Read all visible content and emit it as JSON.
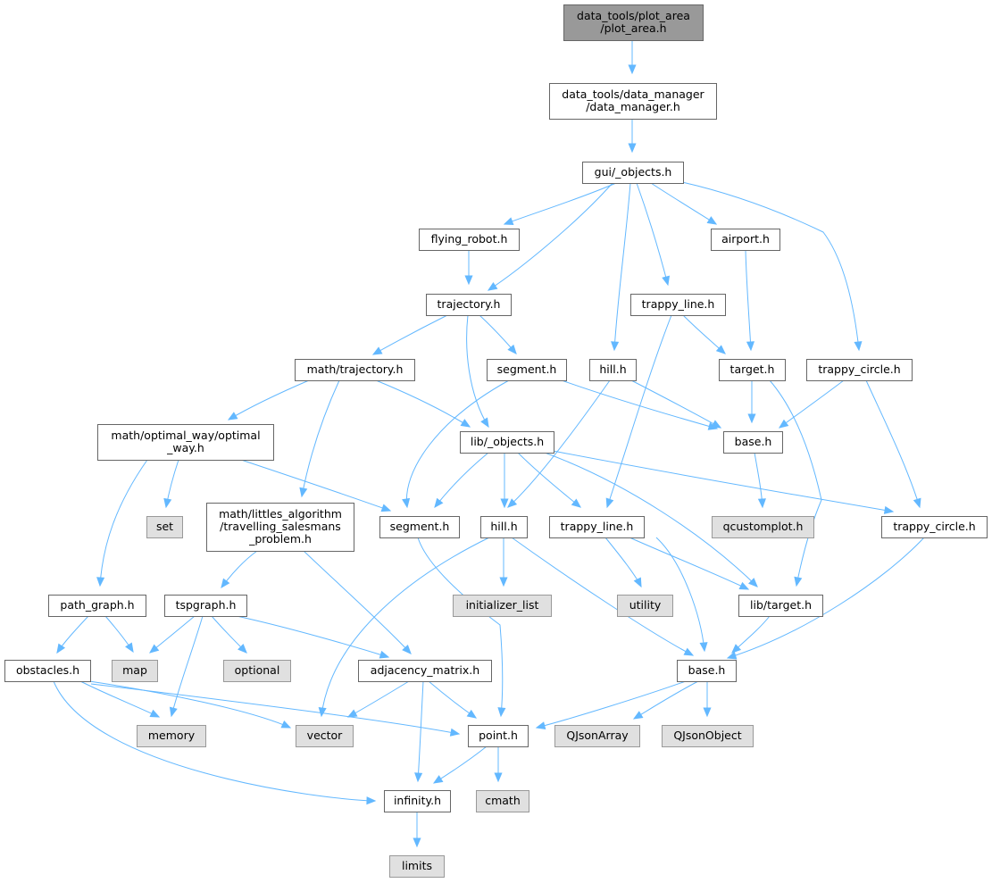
{
  "colors": {
    "root_fill": "#999999",
    "root_stroke": "#666666",
    "file_fill": "#ffffff",
    "file_stroke": "#666666",
    "external_fill": "#e0e0e0",
    "external_stroke": "#999999",
    "edge": "#63b8ff"
  },
  "nodes": [
    {
      "id": "plot_area",
      "lines": [
        "data_tools/plot_area",
        "/plot_area.h"
      ],
      "kind": "root"
    },
    {
      "id": "data_manager",
      "lines": [
        "data_tools/data_manager",
        "/data_manager.h"
      ],
      "kind": "file"
    },
    {
      "id": "gui_objects",
      "lines": [
        "gui/_objects.h"
      ],
      "kind": "file"
    },
    {
      "id": "flying_robot",
      "lines": [
        "flying_robot.h"
      ],
      "kind": "file"
    },
    {
      "id": "airport",
      "lines": [
        "airport.h"
      ],
      "kind": "file"
    },
    {
      "id": "trajectory",
      "lines": [
        "trajectory.h"
      ],
      "kind": "file"
    },
    {
      "id": "trappy_line_gui",
      "lines": [
        "trappy_line.h"
      ],
      "kind": "file"
    },
    {
      "id": "math_trajectory",
      "lines": [
        "math/trajectory.h"
      ],
      "kind": "file"
    },
    {
      "id": "segment_gui",
      "lines": [
        "segment.h"
      ],
      "kind": "file"
    },
    {
      "id": "hill_gui",
      "lines": [
        "hill.h"
      ],
      "kind": "file"
    },
    {
      "id": "target_gui",
      "lines": [
        "target.h"
      ],
      "kind": "file"
    },
    {
      "id": "trappy_circle_gui",
      "lines": [
        "trappy_circle.h"
      ],
      "kind": "file"
    },
    {
      "id": "optimal_way",
      "lines": [
        "math/optimal_way/optimal",
        "_way.h"
      ],
      "kind": "file"
    },
    {
      "id": "lib_objects",
      "lines": [
        "lib/_objects.h"
      ],
      "kind": "file"
    },
    {
      "id": "base_gui",
      "lines": [
        "base.h"
      ],
      "kind": "file"
    },
    {
      "id": "set",
      "lines": [
        "set"
      ],
      "kind": "external"
    },
    {
      "id": "littles",
      "lines": [
        "math/littles_algorithm",
        "/travelling_salesmans",
        "_problem.h"
      ],
      "kind": "file"
    },
    {
      "id": "segment_lib",
      "lines": [
        "segment.h"
      ],
      "kind": "file"
    },
    {
      "id": "hill_lib",
      "lines": [
        "hill.h"
      ],
      "kind": "file"
    },
    {
      "id": "trappy_line_lib",
      "lines": [
        "trappy_line.h"
      ],
      "kind": "file"
    },
    {
      "id": "qcustomplot",
      "lines": [
        "qcustomplot.h"
      ],
      "kind": "external"
    },
    {
      "id": "trappy_circle_lib",
      "lines": [
        "trappy_circle.h"
      ],
      "kind": "file"
    },
    {
      "id": "path_graph",
      "lines": [
        "path_graph.h"
      ],
      "kind": "file"
    },
    {
      "id": "tspgraph",
      "lines": [
        "tspgraph.h"
      ],
      "kind": "file"
    },
    {
      "id": "initializer_list",
      "lines": [
        "initializer_list"
      ],
      "kind": "external"
    },
    {
      "id": "utility",
      "lines": [
        "utility"
      ],
      "kind": "external"
    },
    {
      "id": "lib_target",
      "lines": [
        "lib/target.h"
      ],
      "kind": "file"
    },
    {
      "id": "obstacles",
      "lines": [
        "obstacles.h"
      ],
      "kind": "file"
    },
    {
      "id": "map",
      "lines": [
        "map"
      ],
      "kind": "external"
    },
    {
      "id": "optional",
      "lines": [
        "optional"
      ],
      "kind": "external"
    },
    {
      "id": "adjacency_matrix",
      "lines": [
        "adjacency_matrix.h"
      ],
      "kind": "file"
    },
    {
      "id": "base_lib",
      "lines": [
        "base.h"
      ],
      "kind": "file"
    },
    {
      "id": "memory",
      "lines": [
        "memory"
      ],
      "kind": "external"
    },
    {
      "id": "vector",
      "lines": [
        "vector"
      ],
      "kind": "external"
    },
    {
      "id": "point",
      "lines": [
        "point.h"
      ],
      "kind": "file"
    },
    {
      "id": "qjsonarray",
      "lines": [
        "QJsonArray"
      ],
      "kind": "external"
    },
    {
      "id": "qjsonobject",
      "lines": [
        "QJsonObject"
      ],
      "kind": "external"
    },
    {
      "id": "infinity",
      "lines": [
        "infinity.h"
      ],
      "kind": "file"
    },
    {
      "id": "cmath",
      "lines": [
        "cmath"
      ],
      "kind": "external"
    },
    {
      "id": "limits",
      "lines": [
        "limits"
      ],
      "kind": "external"
    }
  ],
  "edges": [
    {
      "from": "plot_area",
      "to": "data_manager"
    },
    {
      "from": "data_manager",
      "to": "gui_objects"
    },
    {
      "from": "gui_objects",
      "to": "flying_robot"
    },
    {
      "from": "gui_objects",
      "to": "trajectory"
    },
    {
      "from": "gui_objects",
      "to": "hill_gui"
    },
    {
      "from": "gui_objects",
      "to": "trappy_line_gui"
    },
    {
      "from": "gui_objects",
      "to": "airport"
    },
    {
      "from": "gui_objects",
      "to": "trappy_circle_gui"
    },
    {
      "from": "flying_robot",
      "to": "trajectory"
    },
    {
      "from": "airport",
      "to": "target_gui"
    },
    {
      "from": "trajectory",
      "to": "math_trajectory"
    },
    {
      "from": "trajectory",
      "to": "segment_gui"
    },
    {
      "from": "trajectory",
      "to": "lib_objects"
    },
    {
      "from": "trappy_line_gui",
      "to": "target_gui"
    },
    {
      "from": "trappy_line_gui",
      "to": "trappy_line_lib"
    },
    {
      "from": "math_trajectory",
      "to": "optimal_way"
    },
    {
      "from": "math_trajectory",
      "to": "littles"
    },
    {
      "from": "math_trajectory",
      "to": "lib_objects"
    },
    {
      "from": "segment_gui",
      "to": "base_gui"
    },
    {
      "from": "segment_gui",
      "to": "segment_lib"
    },
    {
      "from": "hill_gui",
      "to": "base_gui"
    },
    {
      "from": "hill_gui",
      "to": "hill_lib"
    },
    {
      "from": "target_gui",
      "to": "base_gui"
    },
    {
      "from": "target_gui",
      "to": "lib_target"
    },
    {
      "from": "trappy_circle_gui",
      "to": "base_gui"
    },
    {
      "from": "trappy_circle_gui",
      "to": "trappy_circle_lib"
    },
    {
      "from": "optimal_way",
      "to": "set"
    },
    {
      "from": "optimal_way",
      "to": "path_graph"
    },
    {
      "from": "optimal_way",
      "to": "segment_lib"
    },
    {
      "from": "lib_objects",
      "to": "segment_lib"
    },
    {
      "from": "lib_objects",
      "to": "hill_lib"
    },
    {
      "from": "lib_objects",
      "to": "trappy_line_lib"
    },
    {
      "from": "lib_objects",
      "to": "trappy_circle_lib"
    },
    {
      "from": "lib_objects",
      "to": "lib_target"
    },
    {
      "from": "base_gui",
      "to": "qcustomplot"
    },
    {
      "from": "littles",
      "to": "tspgraph"
    },
    {
      "from": "littles",
      "to": "adjacency_matrix"
    },
    {
      "from": "segment_lib",
      "to": "point"
    },
    {
      "from": "hill_lib",
      "to": "initializer_list"
    },
    {
      "from": "hill_lib",
      "to": "vector"
    },
    {
      "from": "hill_lib",
      "to": "base_lib"
    },
    {
      "from": "trappy_line_lib",
      "to": "utility"
    },
    {
      "from": "trappy_line_lib",
      "to": "lib_target"
    },
    {
      "from": "trappy_line_lib",
      "to": "base_lib"
    },
    {
      "from": "trappy_circle_lib",
      "to": "base_lib"
    },
    {
      "from": "path_graph",
      "to": "obstacles"
    },
    {
      "from": "path_graph",
      "to": "map"
    },
    {
      "from": "tspgraph",
      "to": "map"
    },
    {
      "from": "tspgraph",
      "to": "optional"
    },
    {
      "from": "tspgraph",
      "to": "adjacency_matrix"
    },
    {
      "from": "tspgraph",
      "to": "memory"
    },
    {
      "from": "lib_target",
      "to": "base_lib"
    },
    {
      "from": "obstacles",
      "to": "memory"
    },
    {
      "from": "obstacles",
      "to": "vector"
    },
    {
      "from": "obstacles",
      "to": "point"
    },
    {
      "from": "obstacles",
      "to": "infinity"
    },
    {
      "from": "adjacency_matrix",
      "to": "vector"
    },
    {
      "from": "adjacency_matrix",
      "to": "point"
    },
    {
      "from": "adjacency_matrix",
      "to": "infinity"
    },
    {
      "from": "base_lib",
      "to": "point"
    },
    {
      "from": "base_lib",
      "to": "qjsonarray"
    },
    {
      "from": "base_lib",
      "to": "qjsonobject"
    },
    {
      "from": "point",
      "to": "infinity"
    },
    {
      "from": "point",
      "to": "cmath"
    },
    {
      "from": "infinity",
      "to": "limits"
    }
  ]
}
